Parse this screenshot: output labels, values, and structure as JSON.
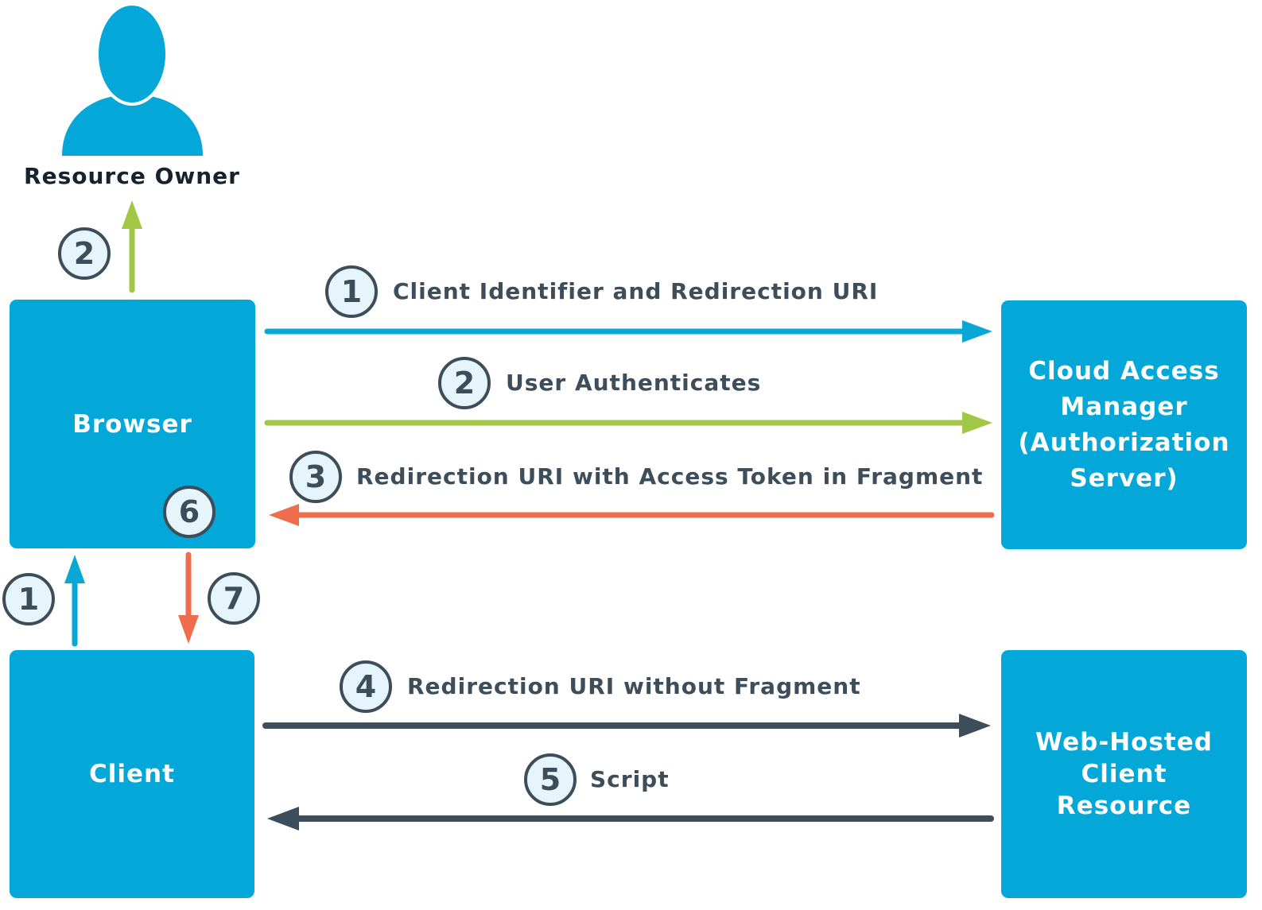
{
  "resource_owner": {
    "label": "Resource Owner",
    "icon": "person-icon"
  },
  "nodes": {
    "browser": "Browser",
    "client": "Client",
    "cloud_access_manager": [
      "Cloud Access",
      "Manager",
      "(Authorization",
      "Server)"
    ],
    "web_hosted_resource": [
      "Web-Hosted",
      "Client",
      "Resource"
    ]
  },
  "flows": [
    {
      "step": "1",
      "label": "Client Identifier and Redirection URI"
    },
    {
      "step": "2",
      "label": "User Authenticates"
    },
    {
      "step": "3",
      "label": "Redirection URI with Access Token in Fragment"
    },
    {
      "step": "4",
      "label": "Redirection URI without Fragment"
    },
    {
      "step": "5",
      "label": "Script"
    }
  ],
  "side_steps": {
    "owner_step": "2",
    "client_to_browser": "1",
    "browser_step": "6",
    "browser_to_client": "7"
  },
  "colors": {
    "box": "#03a8d8",
    "blue": "#09a7d6",
    "green": "#a2c645",
    "orange": "#ee6d4c",
    "dark": "#3d4d5a",
    "badge_fill": "#e5f5fb"
  }
}
